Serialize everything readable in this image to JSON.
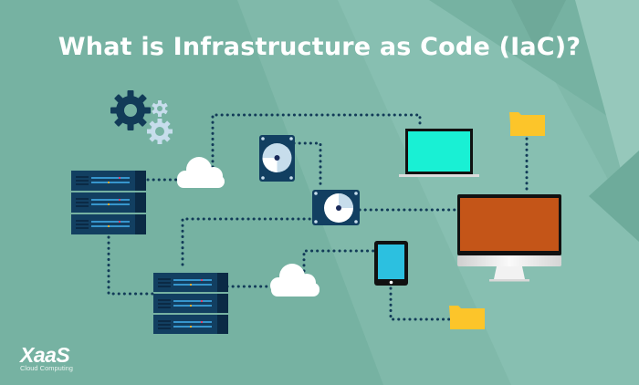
{
  "title": "What is Infrastructure as Code (IaC)?",
  "logo": {
    "brand": "XaaS",
    "tagline": "Cloud Computing"
  },
  "colors": {
    "background": "#76b2a2",
    "background_light": "#8cc2b4",
    "dots": "#123b58",
    "server": "#123f61",
    "server_dark": "#0b2a45",
    "cloud": "#ffffff",
    "gear_dark": "#123b58",
    "gear_light": "#c7ddec",
    "laptop_screen": "#19f0d4",
    "monitor_screen": "#c45518",
    "tablet_screen": "#2cc0e0",
    "folder": "#fcc52a"
  },
  "diagram": {
    "nodes": [
      {
        "id": "gears",
        "icon": "gears-icon"
      },
      {
        "id": "server-top",
        "icon": "server-rack-icon"
      },
      {
        "id": "server-bottom",
        "icon": "server-rack-icon"
      },
      {
        "id": "cloud-top",
        "icon": "cloud-icon"
      },
      {
        "id": "cloud-bottom",
        "icon": "cloud-icon"
      },
      {
        "id": "disk-top",
        "icon": "hard-disk-icon"
      },
      {
        "id": "disk-middle",
        "icon": "hard-disk-icon"
      },
      {
        "id": "laptop",
        "icon": "laptop-icon"
      },
      {
        "id": "desktop",
        "icon": "desktop-monitor-icon"
      },
      {
        "id": "tablet",
        "icon": "tablet-icon"
      },
      {
        "id": "folder-top",
        "icon": "folder-icon"
      },
      {
        "id": "folder-bottom",
        "icon": "folder-icon"
      }
    ]
  }
}
